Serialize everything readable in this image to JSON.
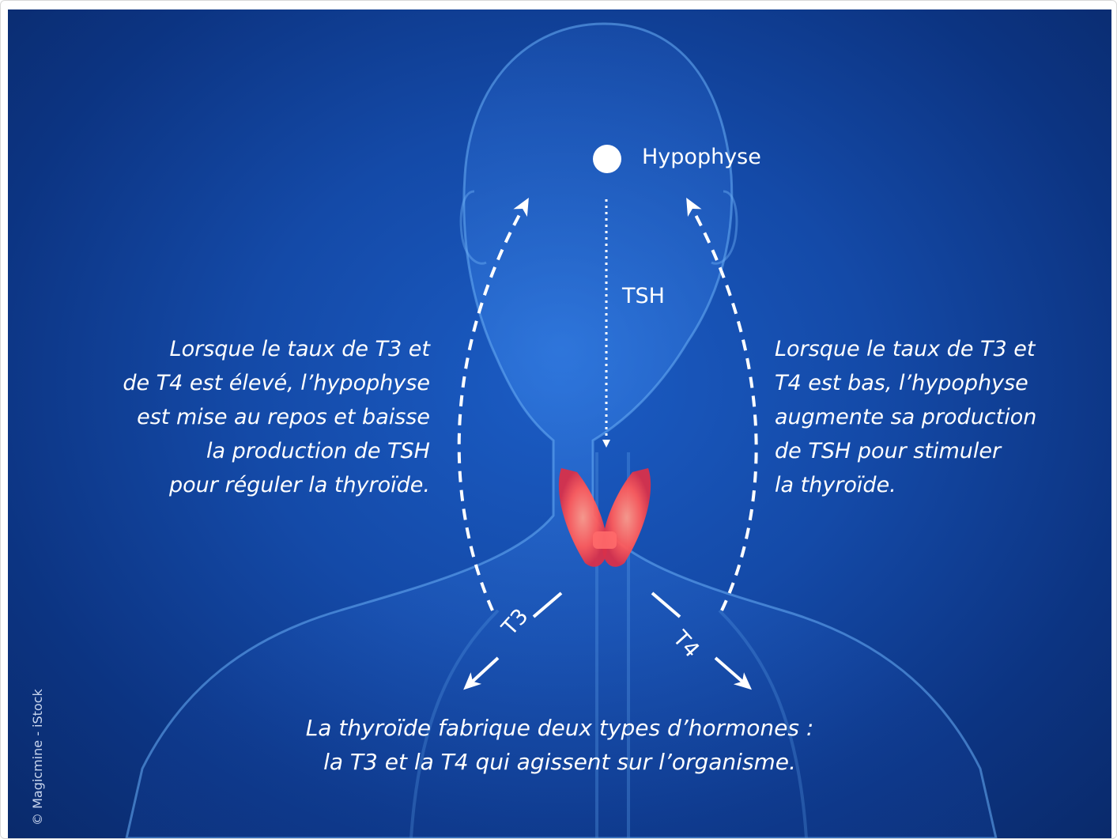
{
  "labels": {
    "hypophyse": "Hypophyse",
    "tsh": "TSH",
    "t3": "T3",
    "t4": "T4"
  },
  "left_text": [
    "Lorsque le taux de T3 et",
    "de T4 est élevé, l’hypophyse",
    "est mise au repos et baisse",
    "la production de TSH",
    "pour réguler la thyroïde."
  ],
  "right_text": [
    "Lorsque le taux de T3 et",
    "T4 est bas, l’hypophyse",
    "augmente sa production",
    "de TSH pour stimuler",
    "la thyroïde."
  ],
  "bottom_text": [
    "La thyroïde fabrique deux types d’hormones :",
    "la T3 et la T4 qui agissent sur l’organisme."
  ],
  "credit": "© Magicmine - iStock",
  "colors": {
    "background": "#144aa8",
    "thyroid": "#ff6a6a",
    "text": "#ffffff"
  }
}
